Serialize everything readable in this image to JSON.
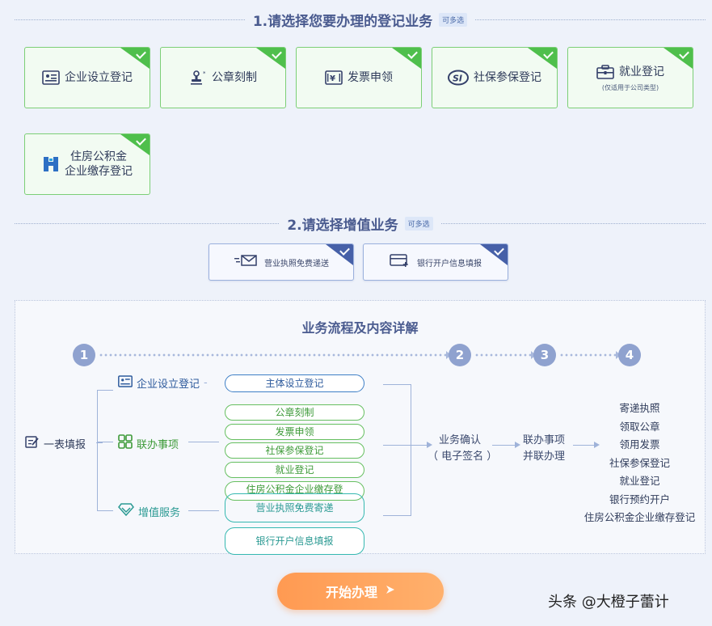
{
  "section1": {
    "title": "1.请选择您要办理的登记业务",
    "tag": "可多选"
  },
  "services": [
    {
      "label": "企业设立登记",
      "sub": "",
      "icon": "id-card-icon"
    },
    {
      "label": "公章刻制",
      "sub": "",
      "icon": "stamp-icon"
    },
    {
      "label": "发票申领",
      "sub": "",
      "icon": "invoice-icon"
    },
    {
      "label": "社保参保登记",
      "sub": "",
      "icon": "social-security-icon"
    },
    {
      "label": "就业登记",
      "sub": "(仅适用于公司类型)",
      "icon": "briefcase-icon"
    },
    {
      "label": "住房公积金",
      "label2": "企业缴存登记",
      "sub": "",
      "icon": "housing-fund-icon"
    }
  ],
  "section2": {
    "title": "2.请选择增值业务",
    "tag": "可多选"
  },
  "value_services": [
    {
      "label": "营业执照免费递送",
      "icon": "mail-delivery-icon"
    },
    {
      "label": "银行开户信息填报",
      "icon": "bank-card-icon"
    }
  ],
  "process": {
    "title": "业务流程及内容详解",
    "steps": [
      "1",
      "2",
      "3",
      "4"
    ],
    "start": "一表填报",
    "rows": {
      "registration": "企业设立登记",
      "joint": "联办事项",
      "value_added": "增值服务"
    },
    "pills": {
      "main": "主体设立登记",
      "joint": [
        "公章刻制",
        "发票申领",
        "社保参保登记",
        "就业登记",
        "住房公积金企业缴存登"
      ],
      "value": [
        "营业执照免费寄递",
        "银行开户信息填报"
      ]
    },
    "confirm": {
      "line1": "业务确认",
      "line2": "（ 电子签名 ）"
    },
    "joint_handle": {
      "line1": "联办事项",
      "line2": "并联办理"
    },
    "results": [
      "寄递执照",
      "领取公章",
      "领用发票",
      "社保参保登记",
      "就业登记",
      "银行预约开户",
      "住房公积金企业缴存登记"
    ]
  },
  "start_button": "开始办理",
  "watermark": "头条 @大橙子蕾计",
  "colors": {
    "accent": "#4fbf4c",
    "brand": "#4660a8",
    "button": "#ff9a52"
  }
}
